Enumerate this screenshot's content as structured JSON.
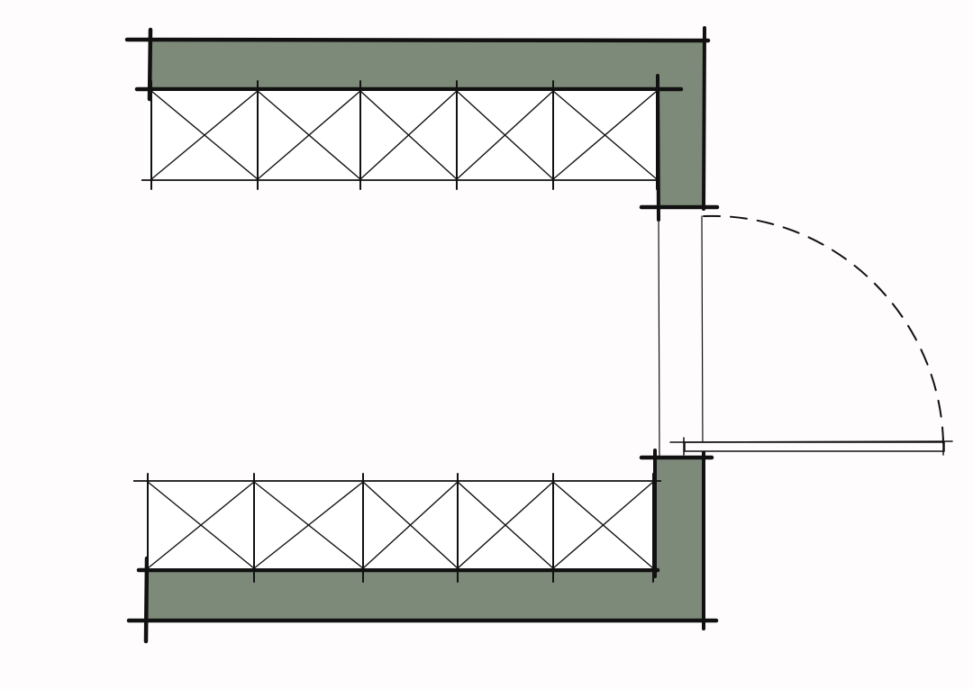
{
  "drawing": {
    "kind": "architectural floor plan sketch",
    "colors": {
      "background": "#fffcfd",
      "wall_fill": "#7e8a79",
      "line": "#111111",
      "shelf_fill": "#ffffff"
    },
    "upper_shelving": {
      "bay_count": 5,
      "symbol": "x-brace"
    },
    "lower_shelving": {
      "bay_count": 5,
      "symbol": "x-brace"
    },
    "door": {
      "type": "single swing door",
      "swing_style": "dashed-arc"
    }
  }
}
